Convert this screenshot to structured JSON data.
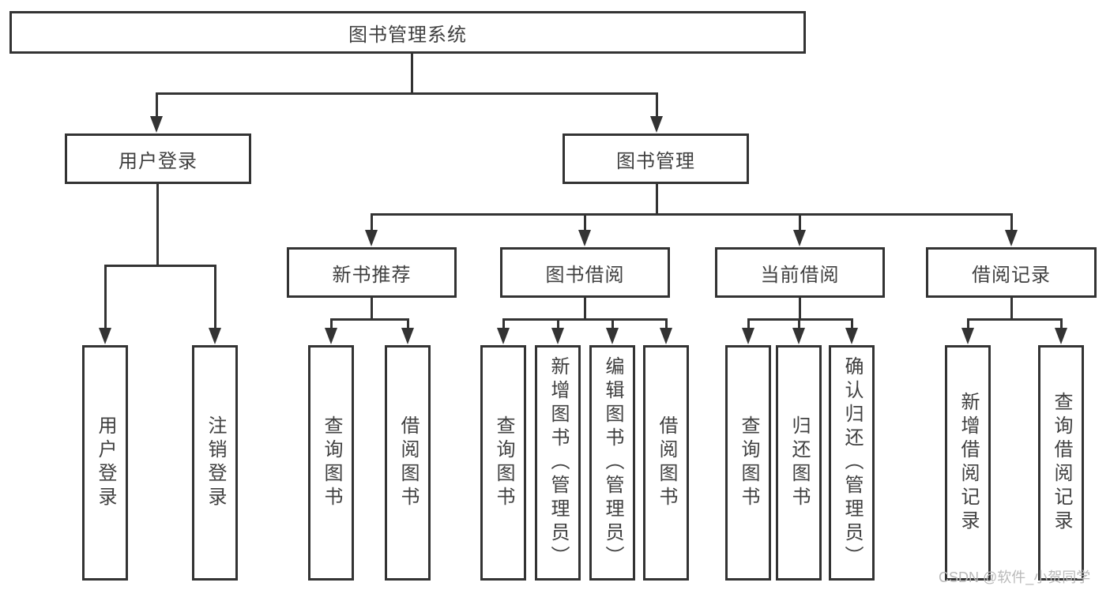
{
  "diagram": {
    "type": "hierarchy-tree",
    "colors": {
      "line": "#333333",
      "node_text": "#404040",
      "node_fill": "#ffffff",
      "watermark": "#b9b9b9",
      "background": "#ffffff"
    },
    "tree": {
      "label": "图书管理系统",
      "children": [
        {
          "label": "用户登录",
          "children": [
            {
              "label": "用户登录"
            },
            {
              "label": "注销登录"
            }
          ]
        },
        {
          "label": "图书管理",
          "children": [
            {
              "label": "新书推荐",
              "children": [
                {
                  "label": "查询图书"
                },
                {
                  "label": "借阅图书"
                }
              ]
            },
            {
              "label": "图书借阅",
              "children": [
                {
                  "label": "查询图书"
                },
                {
                  "label": "新增图书（管理员）"
                },
                {
                  "label": "编辑图书（管理员）"
                },
                {
                  "label": "借阅图书"
                }
              ]
            },
            {
              "label": "当前借阅",
              "children": [
                {
                  "label": "查询图书"
                },
                {
                  "label": "归还图书"
                },
                {
                  "label": "确认归还（管理员）"
                }
              ]
            },
            {
              "label": "借阅记录",
              "children": [
                {
                  "label": "新增借阅记录"
                },
                {
                  "label": "查询借阅记录"
                }
              ]
            }
          ]
        }
      ]
    },
    "watermark": {
      "text": "CSDN @软件_小贺同学"
    }
  }
}
